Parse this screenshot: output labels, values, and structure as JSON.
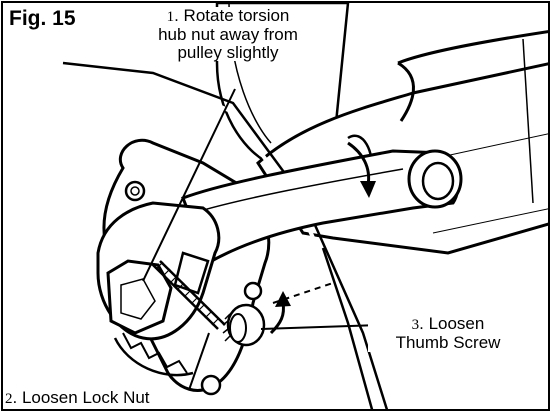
{
  "figure": {
    "label": "Fig. 15",
    "callouts": [
      {
        "num": "1",
        "line1": ". Rotate torsion",
        "line2": "hub nut away from",
        "line3": "pulley slightly"
      },
      {
        "num": "2",
        "line1": ". Loosen Lock Nut"
      },
      {
        "num": "3",
        "line1": ". Loosen",
        "line2": "Thumb Screw"
      }
    ],
    "colors": {
      "ink": "#000000",
      "paper": "#ffffff",
      "shade": "#e6e6e6"
    }
  }
}
